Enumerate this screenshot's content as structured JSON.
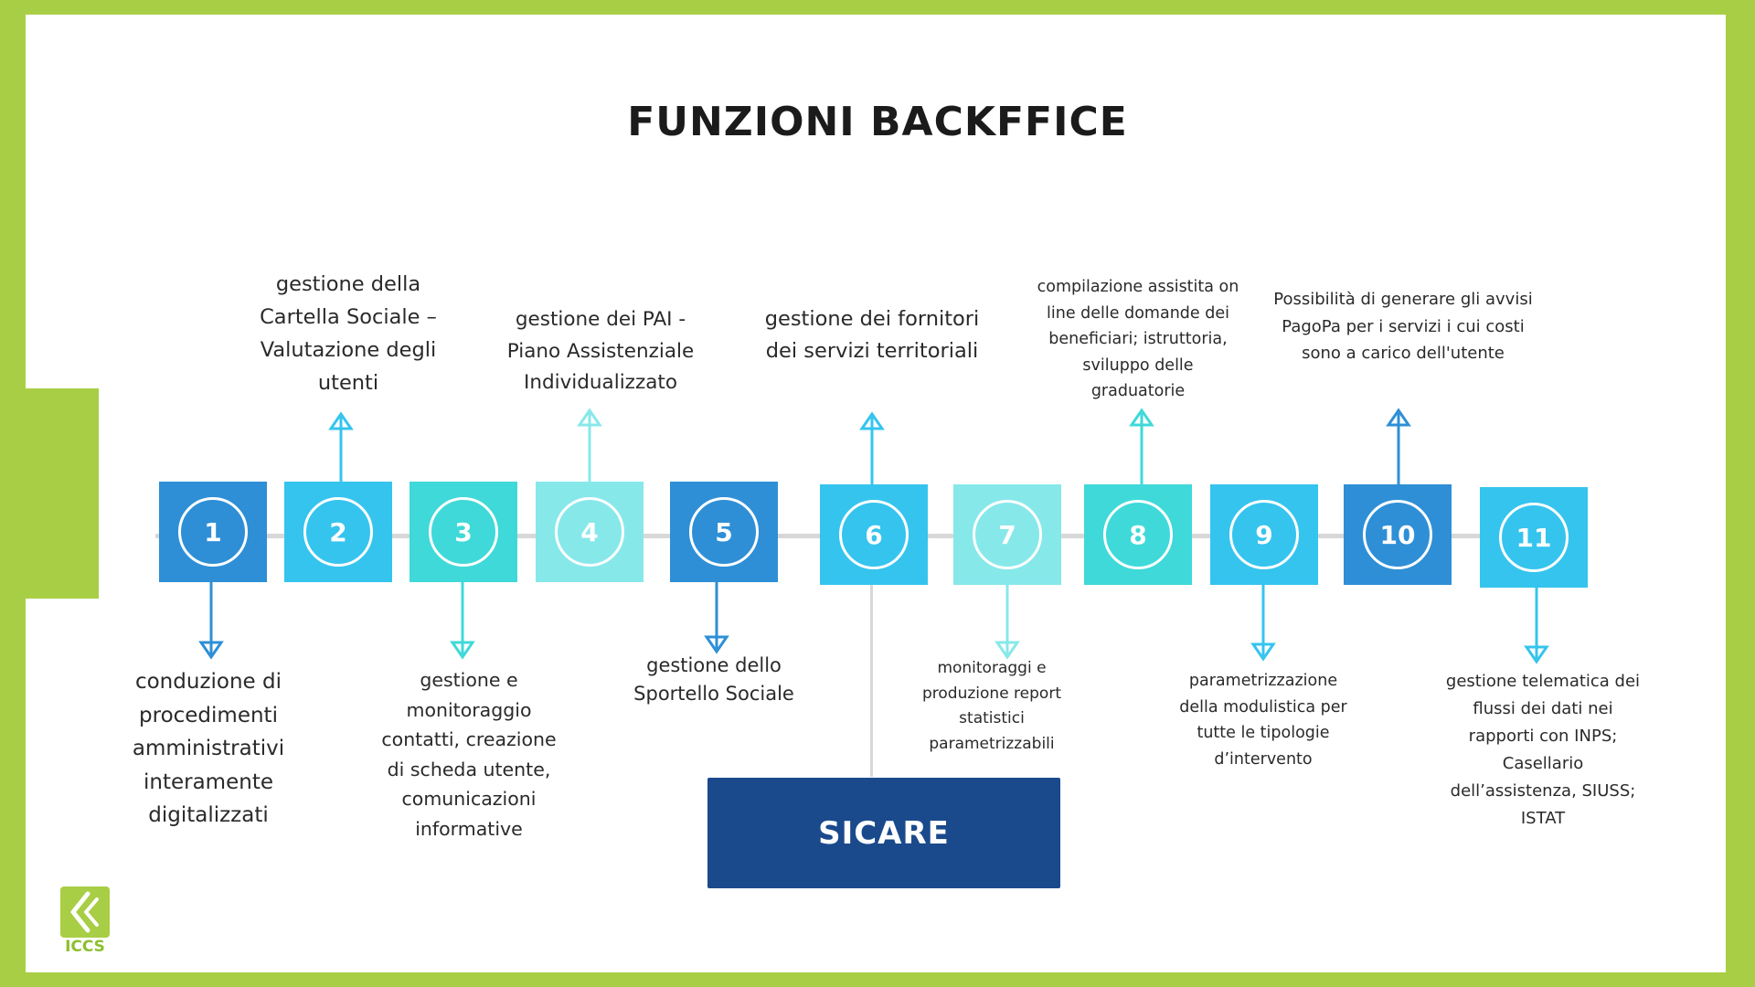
{
  "title": "FUNZIONI BACKFFICE",
  "hub_label": "SICARE",
  "logo_text": "ICCS",
  "colors": {
    "border_green": "#a8ce45",
    "dark_blue": "#1a4a8c",
    "blue": "#2e8fd6",
    "sky": "#35c4ee",
    "teal": "#3fd9d9",
    "light_teal": "#87e8ea"
  },
  "steps": [
    {
      "number": "1",
      "color": "#2e8fd6",
      "text": "conduzione di procedimenti amministrativi interamente digitalizzati"
    },
    {
      "number": "2",
      "color": "#35c4ee",
      "text": "gestione della Cartella Sociale – Valutazione degli utenti"
    },
    {
      "number": "3",
      "color": "#3fd9d9",
      "text": "gestione e monitoraggio contatti, creazione di scheda utente, comunicazioni informative"
    },
    {
      "number": "4",
      "color": "#87e8ea",
      "text": "gestione dei PAI - Piano Assistenziale Individualizzato"
    },
    {
      "number": "5",
      "color": "#2e8fd6",
      "text": "gestione dello Sportello Sociale"
    },
    {
      "number": "6",
      "color": "#35c4ee",
      "text": "gestione dei fornitori dei servizi territoriali"
    },
    {
      "number": "7",
      "color": "#87e8ea",
      "text": "monitoraggi e produzione report statistici parametrizzabili"
    },
    {
      "number": "8",
      "color": "#3fd9d9",
      "text": "compilazione assistita on line delle domande dei beneficiari; istruttoria, sviluppo delle graduatorie"
    },
    {
      "number": "9",
      "color": "#35c4ee",
      "text": "parametrizzazione della modulistica per tutte le tipologie d’intervento"
    },
    {
      "number": "10",
      "color": "#2e8fd6",
      "text": "Possibilità di generare gli avvisi PagoPa per i servizi i cui costi sono a carico dell'utente"
    },
    {
      "number": "11",
      "color": "#35c4ee",
      "text": "gestione telematica dei flussi dei dati nei rapporti con INPS; Casellario dell’assistenza, SIUSS; ISTAT"
    }
  ]
}
